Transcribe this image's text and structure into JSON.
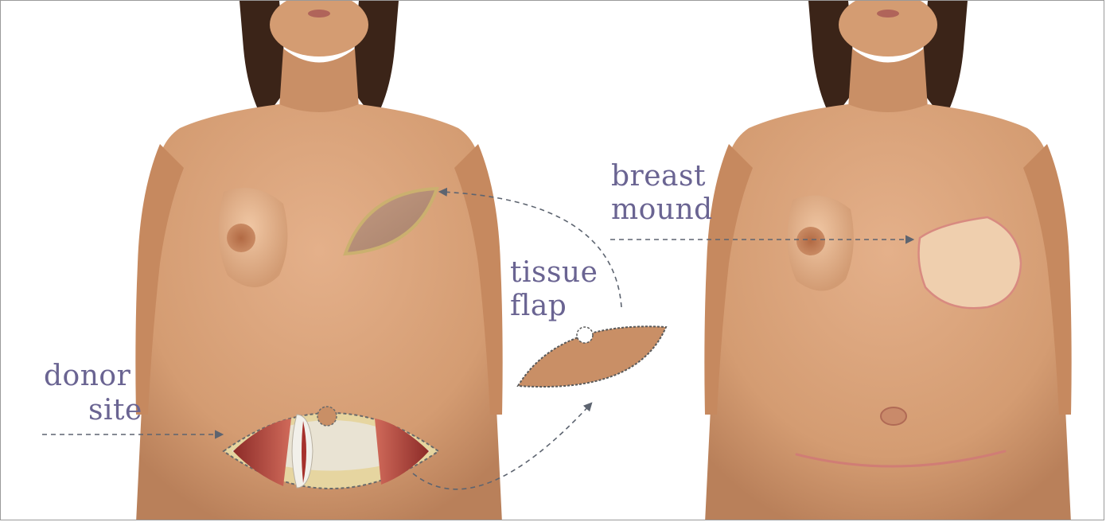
{
  "labels": {
    "donor": "donor",
    "site": "site",
    "tissue": "tissue",
    "flap": "flap",
    "breast": "breast",
    "mound": "mound"
  },
  "colors": {
    "label_text": "#6a6492",
    "skin": "#d9a277",
    "skin_shadow": "#b77d55",
    "hair": "#3b2418",
    "arrow": "#5d6470",
    "muscle": "#b1403a",
    "fascia": "#e9e3d3"
  }
}
